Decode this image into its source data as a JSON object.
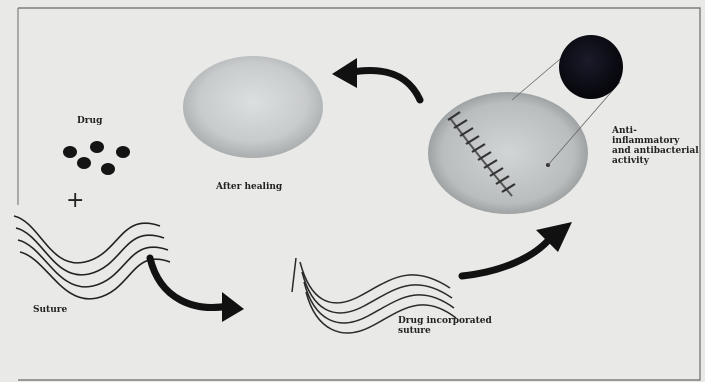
{
  "labels": {
    "drug": "Drug",
    "plus": "+",
    "suture": "Suture",
    "after_healing": "After healing",
    "drug_incorporated_suture": "Drug incorporated\nsuture",
    "activity": "Anti-\ninflammatory\nand antibacterial\nactivity"
  },
  "colors": {
    "background": "#e9e9e7",
    "frame": "#555555",
    "ink": "#1a1a1a",
    "wound_blob": "#c9cccd",
    "healed_blob": "#d2d4d5",
    "zoom_circle": "#101018"
  },
  "icons": {
    "drug": "drug-dots-icon",
    "suture": "suture-thread-icon",
    "arrow": "curved-arrow-icon",
    "wound": "sutured-wound-icon",
    "healed": "healed-skin-icon",
    "zoom": "magnified-view-icon"
  }
}
